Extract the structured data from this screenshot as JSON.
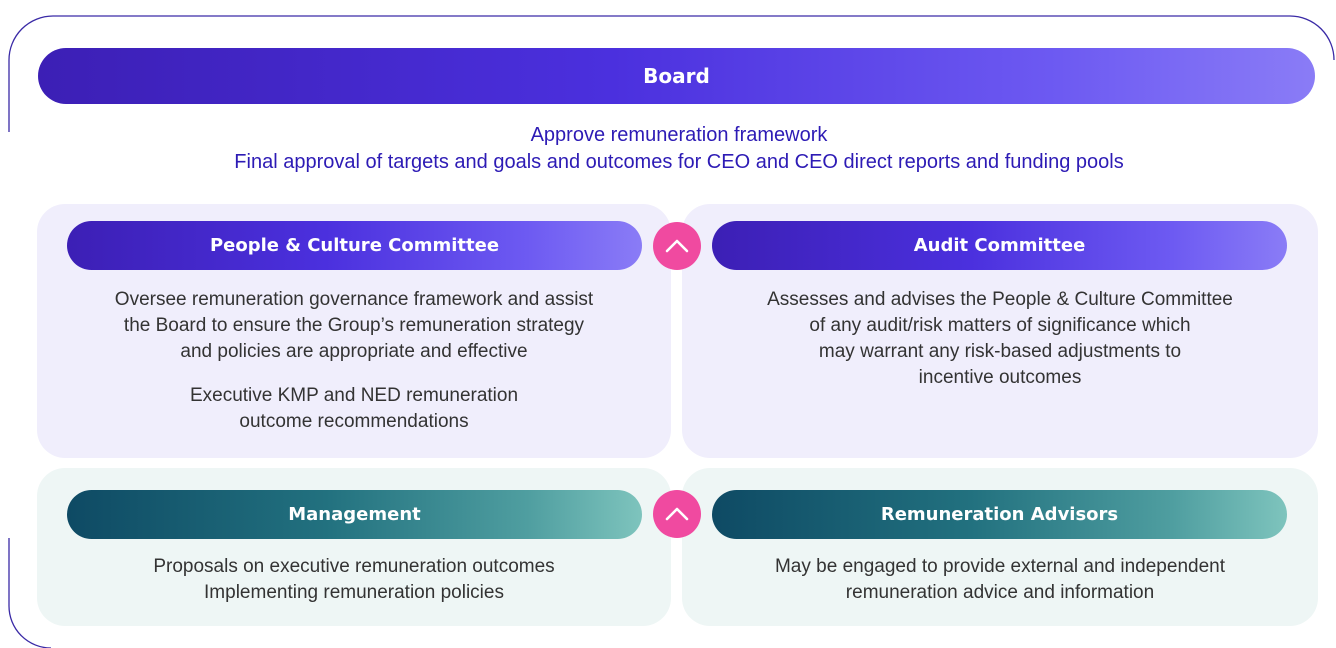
{
  "board": {
    "title": "Board",
    "line1": "Approve remuneration framework",
    "line2": "Final approval of targets and goals and outcomes for CEO and CEO direct reports and funding pools"
  },
  "people_culture": {
    "title": "People & Culture Committee",
    "desc1_l1": "Oversee remuneration governance framework and assist",
    "desc1_l2": "the Board to ensure the Group’s remuneration strategy",
    "desc1_l3": "and policies are appropriate and effective",
    "desc2_l1": "Executive KMP and NED remuneration",
    "desc2_l2": "outcome recommendations"
  },
  "audit": {
    "title": "Audit Committee",
    "desc_l1": "Assesses and advises the People & Culture Committee",
    "desc_l2": "of any audit/risk matters of significance which",
    "desc_l3": "may warrant any risk-based adjustments to",
    "desc_l4": "incentive outcomes"
  },
  "management": {
    "title": "Management",
    "desc_l1": "Proposals on executive remuneration outcomes",
    "desc_l2": "Implementing remuneration policies"
  },
  "advisors": {
    "title": "Remuneration Advisors",
    "desc_l1": "May be engaged to provide external and independent",
    "desc_l2": "remuneration advice and information"
  },
  "icons": {
    "connector_top": "chevron-up-icon",
    "connector_bottom": "chevron-up-icon"
  },
  "colors": {
    "primary_purple": "#4b30de",
    "teal": "#22717f",
    "connector_pink": "#f04aa0",
    "board_text": "#2d1bb5"
  }
}
